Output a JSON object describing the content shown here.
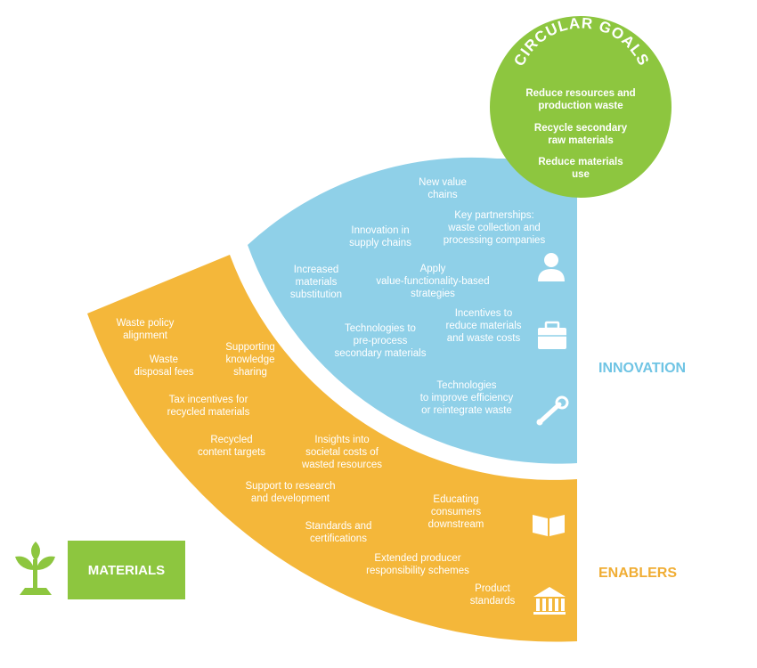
{
  "colors": {
    "innovation": "#8fd0e8",
    "enablers": "#f4b73a",
    "goals": "#8dc63f",
    "innovation_label": "#6fc4e4",
    "enablers_label": "#f0ad33"
  },
  "circular_goals": {
    "title": "CIRCULAR GOALS",
    "items": [
      [
        "Reduce resources and",
        "production waste"
      ],
      [
        "Recycle secondary",
        "raw materials"
      ],
      [
        "Reduce materials",
        "use"
      ]
    ]
  },
  "innovation": {
    "label": "INNOVATION",
    "items": [
      [
        "New value",
        "chains"
      ],
      [
        "Key partnerships:",
        "waste collection and",
        "processing companies"
      ],
      [
        "Innovation in",
        "supply chains"
      ],
      [
        "Increased",
        "materials",
        "substitution"
      ],
      [
        "Apply",
        "value-functionality-based",
        "strategies"
      ],
      [
        "Incentives to",
        "reduce materials",
        "and waste costs"
      ],
      [
        "Technologies to",
        "pre-process",
        "secondary materials"
      ],
      [
        "Technologies",
        "to improve efficiency",
        "or reintegrate waste"
      ]
    ],
    "icons": [
      "person-icon",
      "briefcase-icon",
      "wrench-icon"
    ]
  },
  "enablers": {
    "label": "ENABLERS",
    "items": [
      [
        "Waste policy",
        "alignment"
      ],
      [
        "Waste",
        "disposal fees"
      ],
      [
        "Supporting",
        "knowledge",
        "sharing"
      ],
      [
        "Tax incentives for",
        "recycled materials"
      ],
      [
        "Recycled",
        "content targets"
      ],
      [
        "Insights into",
        "societal costs of",
        "wasted resources"
      ],
      [
        "Support to research",
        "and development"
      ],
      [
        "Educating",
        "consumers",
        "downstream"
      ],
      [
        "Standards and",
        "certifications"
      ],
      [
        "Extended producer",
        "responsibility schemes"
      ],
      [
        "Product",
        "standards"
      ]
    ],
    "icons": [
      "book-icon",
      "bank-icon"
    ]
  },
  "materials": {
    "label": "MATERIALS",
    "icon": "plant-icon"
  }
}
